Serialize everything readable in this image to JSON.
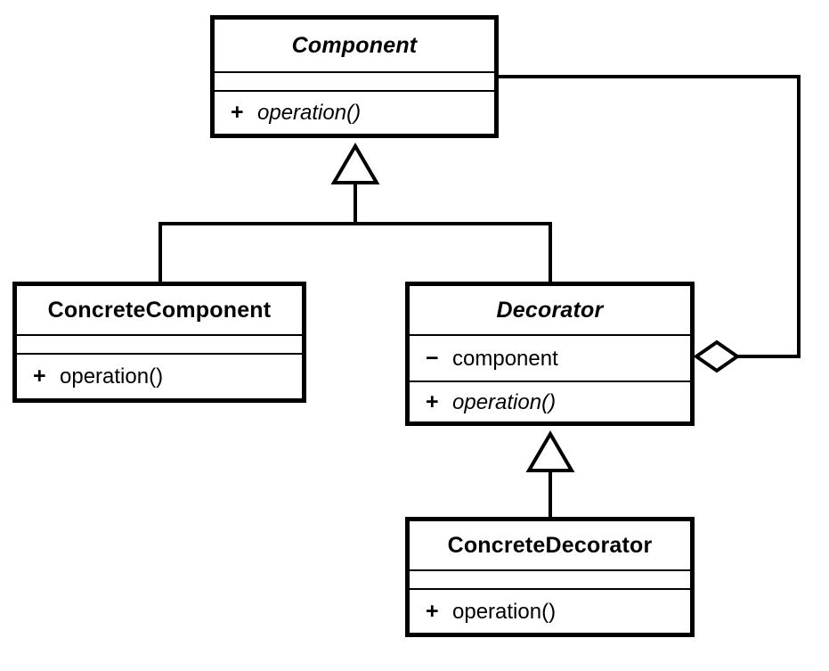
{
  "diagram": {
    "kind": "uml-class-diagram",
    "pattern_name": "Decorator",
    "background_color": "#ffffff",
    "line_color": "#000000",
    "text_color": "#000000",
    "classes": [
      {
        "id": "component",
        "name": "Component",
        "stereotype": "abstract",
        "attributes": [],
        "operations": [
          {
            "visibility": "+",
            "label": "operation()",
            "abstract": true
          }
        ]
      },
      {
        "id": "concretecomponent",
        "name": "ConcreteComponent",
        "stereotype": "concrete",
        "attributes": [],
        "operations": [
          {
            "visibility": "+",
            "label": "operation()",
            "abstract": false
          }
        ]
      },
      {
        "id": "decorator",
        "name": "Decorator",
        "stereotype": "abstract",
        "attributes": [
          {
            "visibility": "−",
            "label": "component",
            "abstract": false
          }
        ],
        "operations": [
          {
            "visibility": "+",
            "label": "operation()",
            "abstract": true
          }
        ]
      },
      {
        "id": "concretedecorator",
        "name": "ConcreteDecorator",
        "stereotype": "concrete",
        "attributes": [],
        "operations": [
          {
            "visibility": "+",
            "label": "operation()",
            "abstract": false
          }
        ]
      }
    ],
    "relationships": [
      {
        "id": "gen-concretecomponent-component",
        "type": "generalization",
        "from": "ConcreteComponent",
        "to": "Component",
        "marker": "hollow-triangle"
      },
      {
        "id": "gen-decorator-component",
        "type": "generalization",
        "from": "Decorator",
        "to": "Component",
        "marker": "hollow-triangle"
      },
      {
        "id": "gen-concretedecorator-decorator",
        "type": "generalization",
        "from": "ConcreteDecorator",
        "to": "Decorator",
        "marker": "hollow-triangle"
      },
      {
        "id": "agg-decorator-component",
        "type": "aggregation",
        "from": "Decorator",
        "to": "Component",
        "marker": "hollow-diamond"
      }
    ]
  }
}
